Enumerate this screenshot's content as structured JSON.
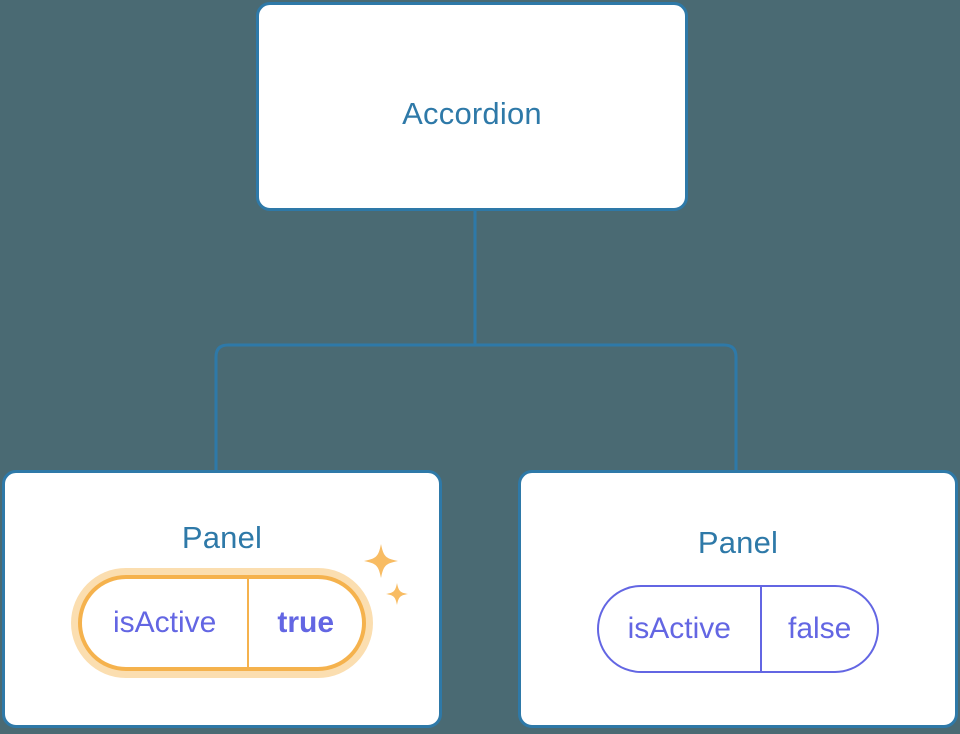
{
  "diagram": {
    "type": "component-tree",
    "background_color": "#4a6a73",
    "node_border_color": "#2e79a8",
    "node_title_color": "#2e79a8",
    "prop_text_color": "#6366e3",
    "highlight_color": "#f5b24d",
    "highlight_glow_color": "#fbdeb0",
    "connector_color": "#2e79a8"
  },
  "root": {
    "title": "Accordion"
  },
  "children": [
    {
      "title": "Panel",
      "highlighted": true,
      "prop": {
        "key": "isActive",
        "value": "true"
      },
      "sparkle_icons": [
        "sparkle-large-icon",
        "sparkle-small-icon"
      ]
    },
    {
      "title": "Panel",
      "highlighted": false,
      "prop": {
        "key": "isActive",
        "value": "false"
      }
    }
  ]
}
